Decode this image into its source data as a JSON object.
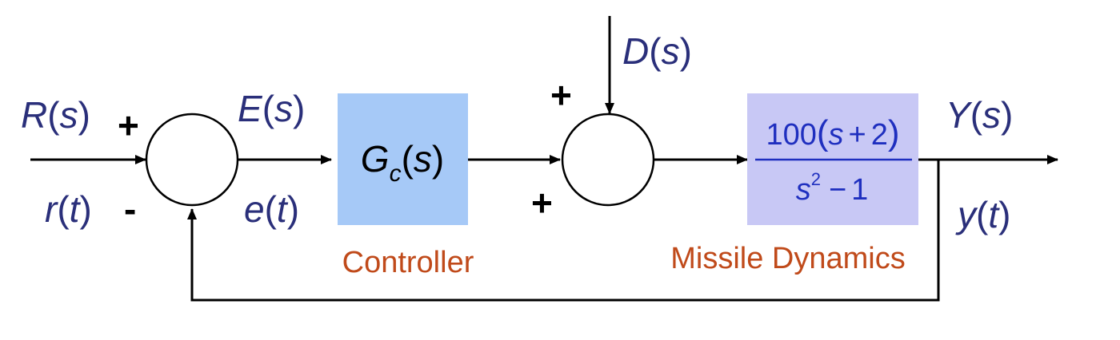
{
  "signals": {
    "input_s": {
      "name": "R",
      "arg": "s"
    },
    "input_t": {
      "name": "r",
      "arg": "t"
    },
    "error_s": {
      "name": "E",
      "arg": "s"
    },
    "error_t": {
      "name": "e",
      "arg": "t"
    },
    "disturbance": {
      "name": "D",
      "arg": "s"
    },
    "output_s": {
      "name": "Y",
      "arg": "s"
    },
    "output_t": {
      "name": "y",
      "arg": "t"
    }
  },
  "signs": {
    "sum1_plus": "+",
    "sum1_minus": "-",
    "sum2_top": "+",
    "sum2_left": "+"
  },
  "controller": {
    "symbol": "G",
    "subscript": "c",
    "arg": "s",
    "caption": "Controller",
    "color": "#a6c9f7"
  },
  "plant": {
    "numerator": {
      "gain": "100",
      "s": "s",
      "op": "+",
      "const": "2"
    },
    "denominator": {
      "s": "s",
      "exp": "2",
      "op": "−",
      "const": "1"
    },
    "caption": "Missile Dynamics",
    "color": "#c8c8f5"
  },
  "colors": {
    "label": "#2a2f7a",
    "caption": "#c04a1a",
    "wire": "#000000"
  }
}
